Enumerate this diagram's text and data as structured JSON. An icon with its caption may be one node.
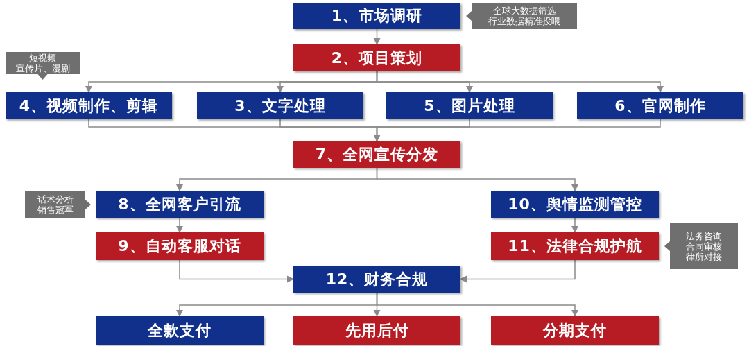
{
  "diagram": {
    "nodes": [
      {
        "text": [
          "1、市场调研"
        ]
      },
      {
        "text": [
          "全球大数据筛选行业数据精准投喂"
        ]
      },
      {
        "text": [
          "2、项目策划"
        ]
      },
      {
        "text": [
          "短视频宣传片、漫剧"
        ]
      },
      {
        "text": [
          "4、视频制作、剪辑"
        ]
      },
      {
        "text": [
          "3、文字处理"
        ]
      },
      {
        "text": [
          "5、图片处理"
        ]
      },
      {
        "text": [
          "6、官网制作"
        ]
      },
      {
        "text": [
          "7、全网宣传分发"
        ]
      },
      {
        "text": [
          "话术分析销售冠军"
        ]
      },
      {
        "text": [
          "8、全网客户引流"
        ]
      },
      {
        "text": [
          "10、舆情监测管控"
        ]
      },
      {
        "text": [
          "9、自动客服对话"
        ]
      },
      {
        "text": [
          "法务咨询合同审核律所对接"
        ]
      },
      {
        "text": [
          "11、法律合规护航"
        ]
      },
      {
        "text": [
          "12、财务合规"
        ]
      },
      {
        "text": [
          "全款支付"
        ]
      },
      {
        "text": [
          "先用后付"
        ]
      },
      {
        "text": [
          "分期支付"
        ]
      }
    ],
    "edges": [
      {
        "from": 0,
        "to": 2,
        "arrow": "to"
      },
      {
        "from": 2,
        "to": 4,
        "arrow": "to"
      },
      {
        "from": 2,
        "to": 5,
        "arrow": "to"
      },
      {
        "from": 2,
        "to": 6,
        "arrow": "to"
      },
      {
        "from": 2,
        "to": 7,
        "arrow": "to"
      },
      {
        "from": 4,
        "to": 8,
        "arrow": "to"
      },
      {
        "from": 5,
        "to": 8,
        "arrow": "to"
      },
      {
        "from": 6,
        "to": 8,
        "arrow": "to"
      },
      {
        "from": 7,
        "to": 8,
        "arrow": "to"
      },
      {
        "from": 8,
        "to": 10,
        "arrow": "to"
      },
      {
        "from": 8,
        "to": 11,
        "arrow": "to"
      },
      {
        "from": 10,
        "to": 12,
        "arrow": "to"
      },
      {
        "from": 11,
        "to": 14,
        "arrow": "to"
      },
      {
        "from": 12,
        "to": 15,
        "arrow": "to"
      },
      {
        "from": 14,
        "to": 15,
        "arrow": "to"
      },
      {
        "from": 15,
        "to": 16,
        "arrow": "to"
      },
      {
        "from": 15,
        "to": 17,
        "arrow": "to"
      },
      {
        "from": 15,
        "to": 18,
        "arrow": "to"
      }
    ]
  }
}
